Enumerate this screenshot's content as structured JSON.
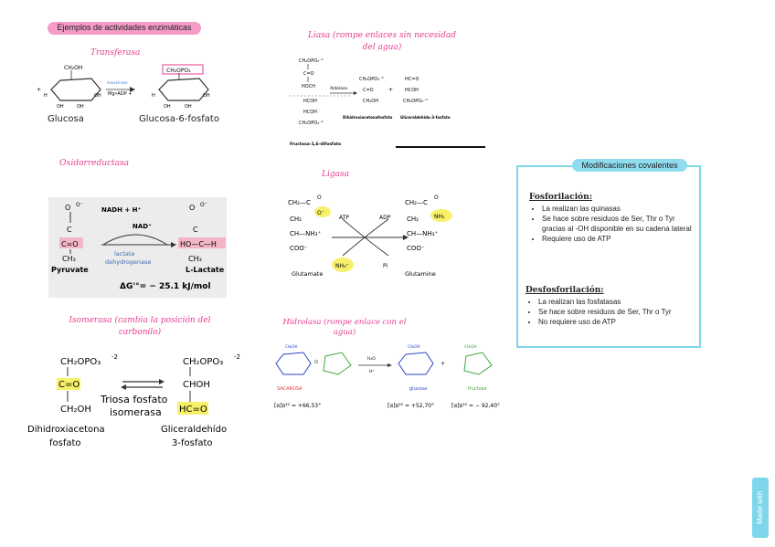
{
  "header_pill": "Ejemplos de actividades enzimáticas",
  "handwritten": {
    "transferasa": "Transferasa",
    "liasa": "Liasa (rompe enlaces sin necesidad del agua)",
    "oxidorreductasa": "Oxidorreductasa",
    "ligasa": "Ligasa",
    "isomerasa": "Isomerasa (cambia la posición del carbonilo)",
    "hidrolasa": "Hidrolasa (rompe enlace con el agua)"
  },
  "transferase": {
    "substrate": "Glucosa",
    "product": "Glucosa-6-fosfato",
    "enzyme": "hexokinase",
    "reagents": "Mg•ADP +",
    "group": "CH₂OPO₃"
  },
  "lyase": {
    "substrate": "Fructosa-1,6-difosfato",
    "enzyme": "Aldolasa",
    "product1": "Dihidroxiacetonafosfato",
    "product2": "Gliceraldehido-3-fosfato"
  },
  "oxidoreductase": {
    "substrate": "Pyruvate",
    "product": "L-Lactate",
    "cofactor_in": "NADH + H⁺",
    "cofactor_out": "NAD⁺",
    "enzyme_l1": "lactate",
    "enzyme_l2": "dehydrogenase",
    "delta_g": "ΔG'°= − 25.1 kJ/mol"
  },
  "ligase": {
    "substrate": "Glutamate",
    "product": "Glutamine",
    "atp": "ATP",
    "adp": "ADP",
    "nh4": "NH₄⁺",
    "pi": "Pi"
  },
  "isomerase": {
    "substrate_l1": "Dihidroxiacetona",
    "substrate_l2": "fosfato",
    "enzyme_l1": "Triosa fosfato",
    "enzyme_l2": "isomerasa",
    "product_l1": "Gliceraldehído",
    "product_l2": "3-fosfato",
    "r1": "CH₂OPO₃",
    "charge": "-2",
    "c_o": "C=O",
    "choh": "CHOH",
    "ch2oh": "CH₂OH",
    "hco": "HC=O"
  },
  "hydrolase": {
    "sacarosa": "SACAROSA",
    "glucosa": "glucosa",
    "fructosa": "fructosa",
    "rot1": "[α]ᴅ²⁰ = +66,53°",
    "rot2": "[α]ᴅ²⁰ = +52,70°",
    "rot3": "[α]ᴅ²⁰ = − 92,40°",
    "water": "H₂O",
    "h": "H⁺"
  },
  "covalent_panel": {
    "title": "Modificaciones covalentes",
    "phos_title": "Fosforilación:",
    "phos_items": [
      "La realizan las quinasas",
      "Se hace sobre residuos de Ser, Thr o Tyr gracias al -OH disponible en su cadena lateral",
      "Requiere uso de ATP"
    ],
    "dephos_title": "Desfosforilación:",
    "dephos_items": [
      "La realizan las fosfatasas",
      "Se hace sobre residuos de Ser, Thr o Tyr",
      "No requiere uso de ATP"
    ]
  },
  "watermark": "Made with Goodnotes",
  "colors": {
    "pink_pill": "#f49bc8",
    "cyan_panel": "#7fd6ea",
    "handwriting": "#e83c8c",
    "highlight": "#f7f06a"
  }
}
